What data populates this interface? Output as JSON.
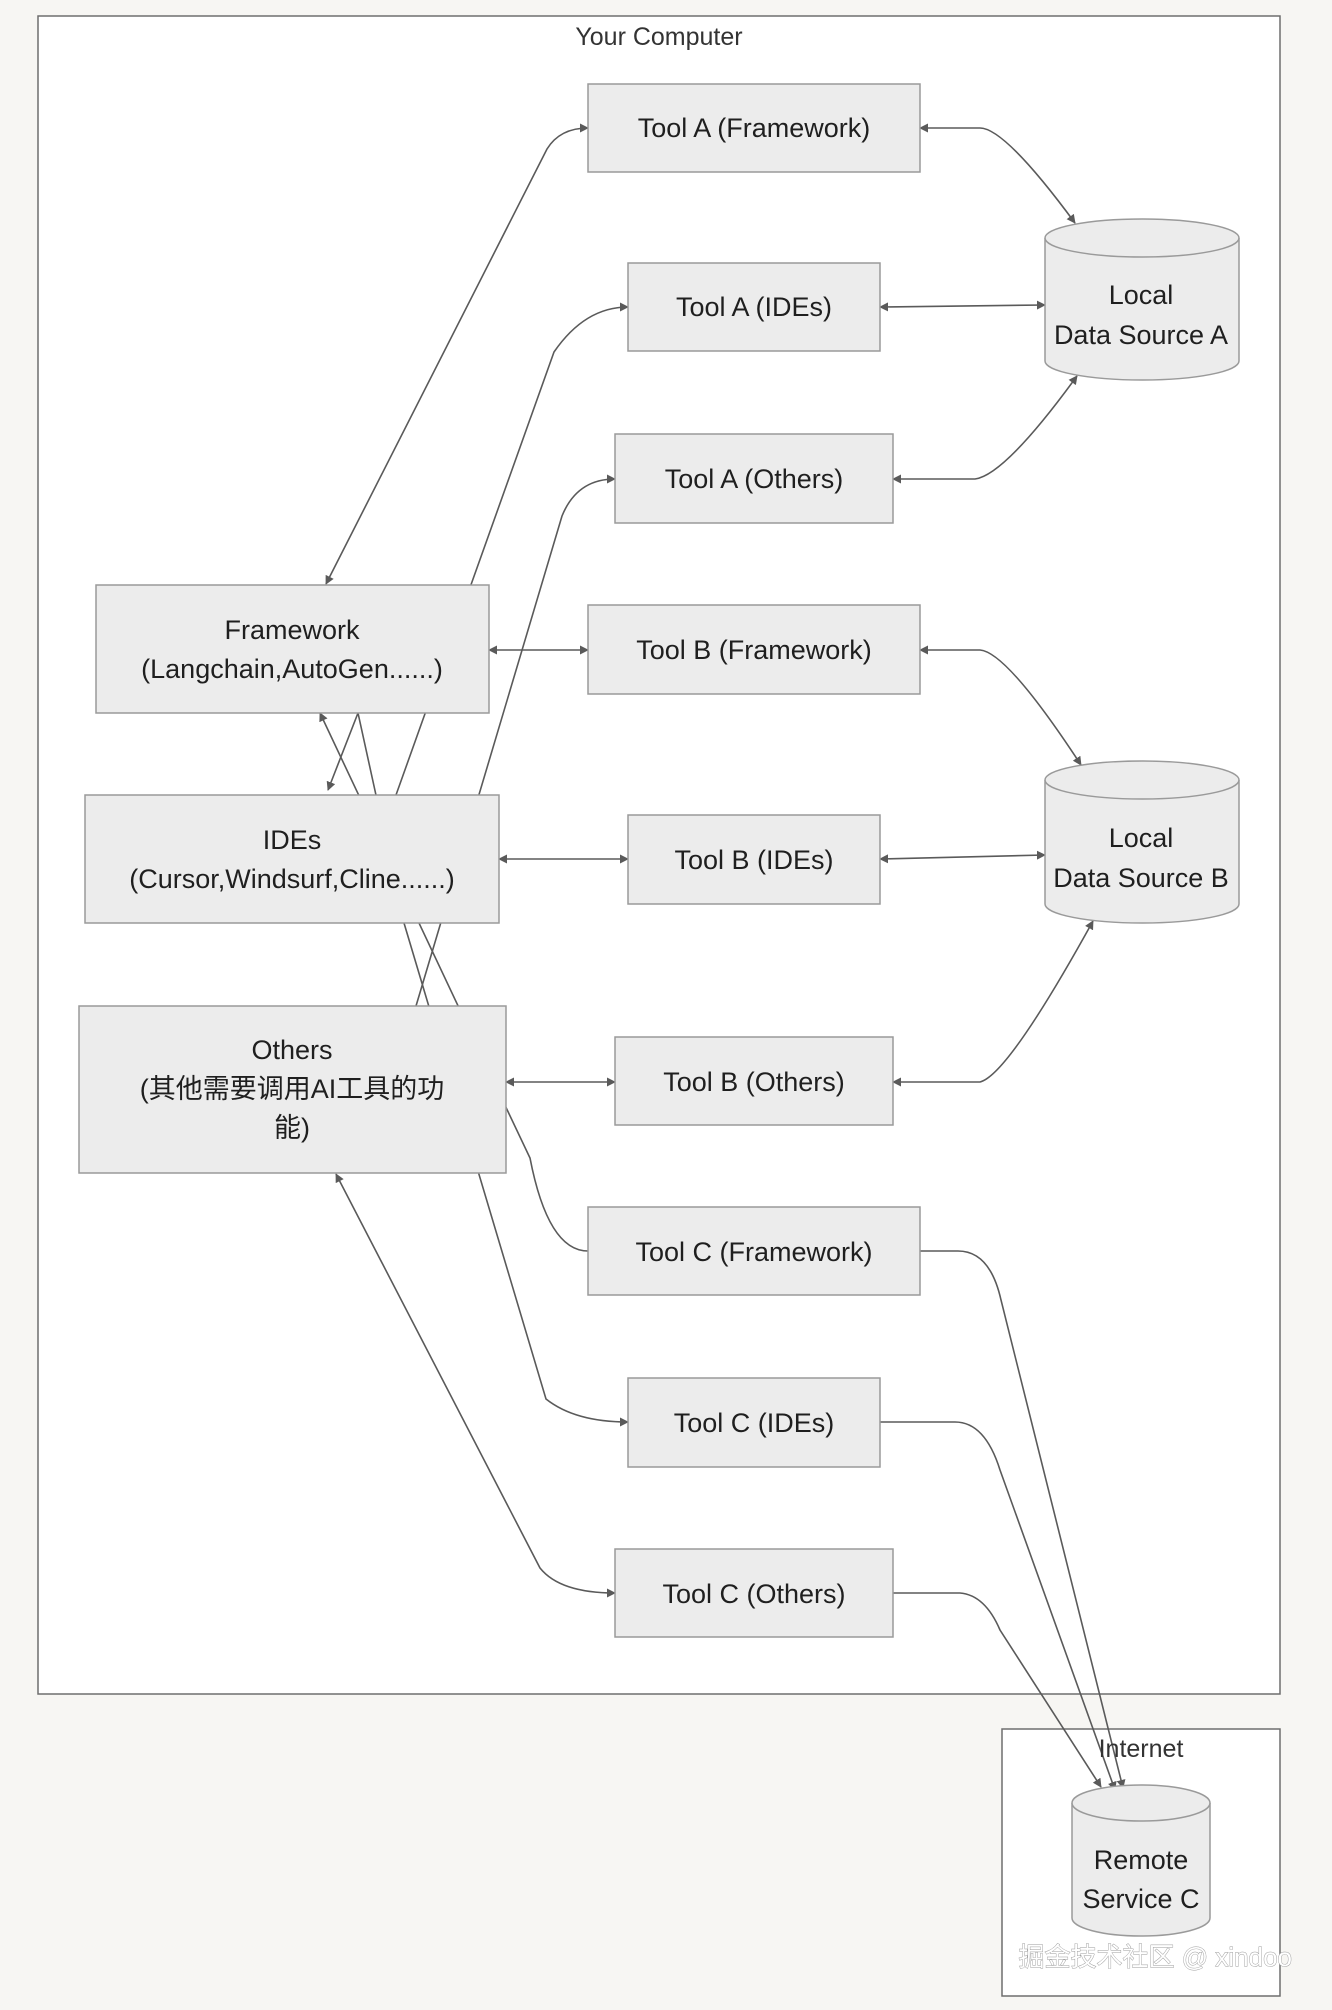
{
  "clusters": {
    "computer": "Your Computer",
    "internet": "Internet"
  },
  "nodes": {
    "tool_a_framework": "Tool A (Framework)",
    "tool_a_ides": "Tool A (IDEs)",
    "tool_a_others": "Tool A (Others)",
    "tool_b_framework": "Tool B (Framework)",
    "tool_b_ides": "Tool B (IDEs)",
    "tool_b_others": "Tool B (Others)",
    "tool_c_framework": "Tool C (Framework)",
    "tool_c_ides": "Tool C (IDEs)",
    "tool_c_others": "Tool C (Others)",
    "framework": [
      "Framework",
      "(Langchain,AutoGen......)"
    ],
    "ides": [
      "IDEs",
      "(Cursor,Windsurf,Cline......)"
    ],
    "others": [
      "Others",
      "(其他需要调用AI工具的功",
      "能)"
    ],
    "data_source_a": [
      "Local",
      "Data Source A"
    ],
    "data_source_b": [
      "Local",
      "Data Source B"
    ],
    "remote_service_c": [
      "Remote",
      "Service C"
    ]
  },
  "watermark": "掘金技术社区 @ xindoo",
  "colors": {
    "background": "#f7f6f3",
    "node_fill": "#ececec",
    "node_stroke": "#9a9a9a",
    "edge": "#5a5a5a"
  }
}
